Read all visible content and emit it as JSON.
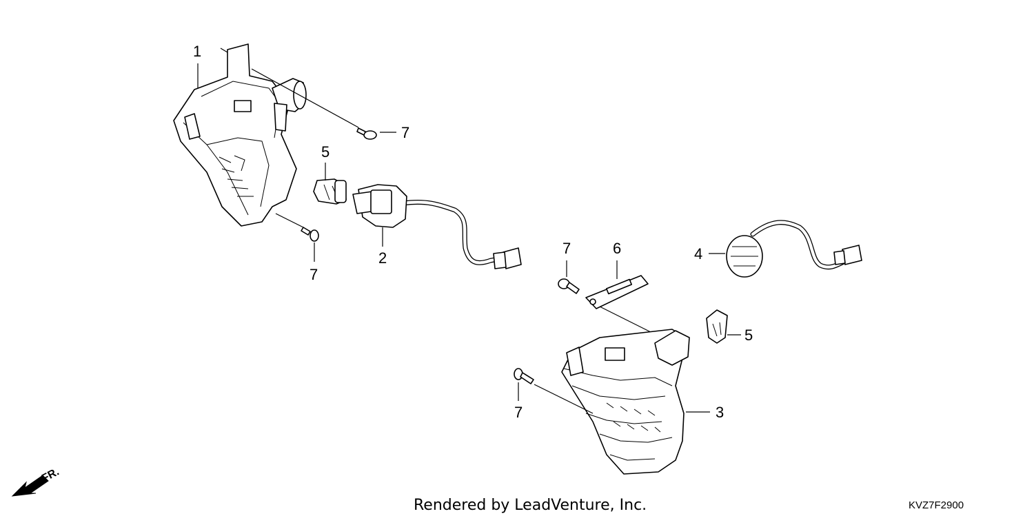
{
  "callouts": {
    "c1": "1",
    "c2": "2",
    "c3": "3",
    "c4": "4",
    "c5a": "5",
    "c5b": "5",
    "c6": "6",
    "c7a": "7",
    "c7b": "7",
    "c7c": "7",
    "c7d": "7"
  },
  "footer": {
    "credit": "Rendered by LeadVenture, Inc.",
    "diagram_code": "KVZ7F2900",
    "direction": "FR."
  }
}
